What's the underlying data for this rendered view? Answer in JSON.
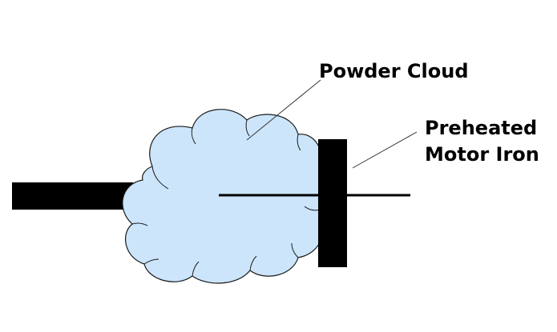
{
  "labels": {
    "cloud": "Powder Cloud",
    "iron_line1": "Preheated",
    "iron_line2": "Motor Iron"
  },
  "colors": {
    "background": "#ffffff",
    "cloud_fill": "#cce5fb",
    "cloud_stroke": "#1a1a1a",
    "solid": "#000000"
  }
}
